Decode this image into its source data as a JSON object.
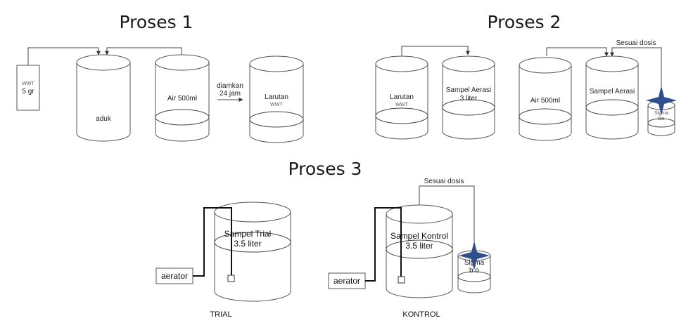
{
  "titles": {
    "proses1": "Proses 1",
    "proses2": "Proses 2",
    "proses3": "Proses 3"
  },
  "proses1": {
    "wwt_box": {
      "top": "WWT",
      "bottom": "5 gr"
    },
    "cylinder_aduk": "aduk",
    "cylinder_air": "Air 500ml",
    "arrow_label_line1": "diamkan",
    "arrow_label_line2": "24 jam",
    "cylinder_larutan": {
      "main": "Larutan",
      "sub": "WWT"
    }
  },
  "proses2": {
    "cylinder_larutan": {
      "main": "Larutan",
      "sub": "WWT"
    },
    "cylinder_sampel": {
      "line1": "Sampel Aerasi",
      "line2": "3 liter"
    },
    "cylinder_air": "Air 500ml",
    "cylinder_sampel_aerasi": "Sampel Aerasi",
    "dose_label": "Sesuai dosis",
    "small_jar": {
      "line1": "Sigma",
      "line2": "bio"
    }
  },
  "proses3": {
    "dose_label": "Sesuai dosis",
    "trial": {
      "aerator": "aerator",
      "line1": "Sampel Trial",
      "line2": "3.5 liter",
      "caption": "TRIAL"
    },
    "kontrol": {
      "aerator": "aerator",
      "line1": "Sampel Kontrol",
      "line2": "3.5 liter",
      "caption": "KONTROL",
      "jar_line1": "Sigma",
      "jar_line2": "b o"
    }
  },
  "colors": {
    "star": "#2f4f8f",
    "stroke": "#555555",
    "pipe": "#111111"
  },
  "icons": [
    "star-icon",
    "arrow-icon"
  ]
}
